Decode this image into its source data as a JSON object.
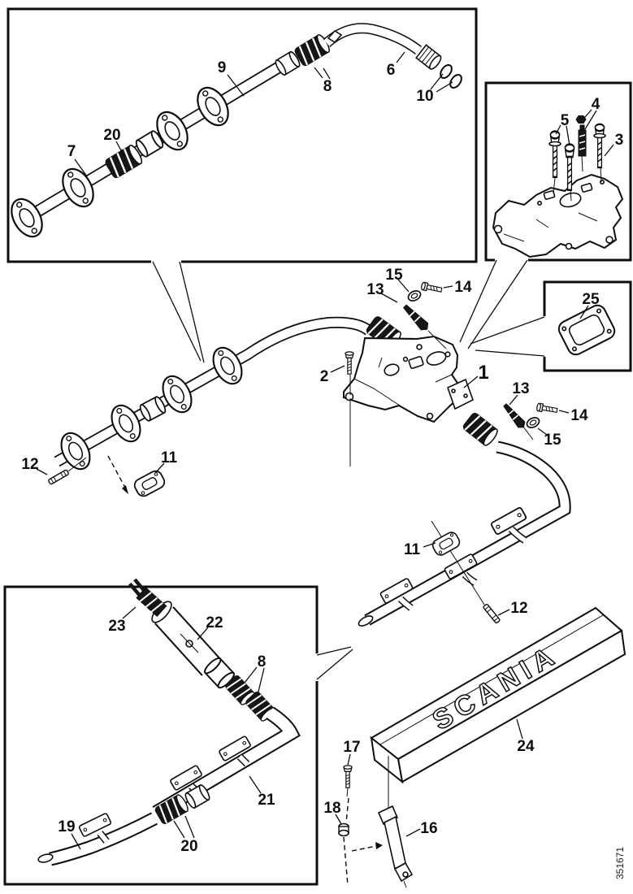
{
  "diagram": {
    "brand_text": "SCANIA",
    "drawing_number": "351671",
    "colors": {
      "ink": "#0d0d0d",
      "paper": "#ffffff"
    },
    "callouts": [
      {
        "part": "9"
      },
      {
        "part": "8"
      },
      {
        "part": "6"
      },
      {
        "part": "10"
      },
      {
        "part": "20"
      },
      {
        "part": "7"
      },
      {
        "part": "5"
      },
      {
        "part": "4"
      },
      {
        "part": "3"
      },
      {
        "part": "15"
      },
      {
        "part": "13"
      },
      {
        "part": "14"
      },
      {
        "part": "25"
      },
      {
        "part": "2"
      },
      {
        "part": "1"
      },
      {
        "part": "13"
      },
      {
        "part": "14"
      },
      {
        "part": "15"
      },
      {
        "part": "12"
      },
      {
        "part": "11"
      },
      {
        "part": "11"
      },
      {
        "part": "12"
      },
      {
        "part": "23"
      },
      {
        "part": "22"
      },
      {
        "part": "8"
      },
      {
        "part": "21"
      },
      {
        "part": "19"
      },
      {
        "part": "20"
      },
      {
        "part": "17"
      },
      {
        "part": "18"
      },
      {
        "part": "16"
      },
      {
        "part": "24"
      }
    ]
  }
}
